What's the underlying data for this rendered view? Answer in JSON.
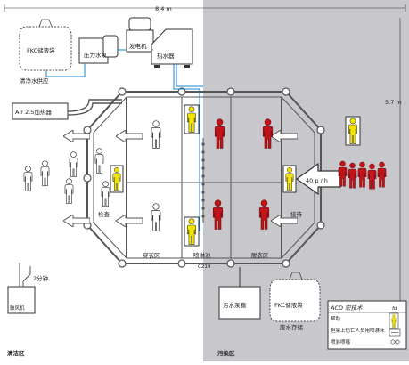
{
  "dimensions": {
    "width_label": "8,4 m",
    "height_label": "5,7 m"
  },
  "labels": {
    "fkc_tank": "FKC储液袋",
    "pressure_pump": "压力水泵",
    "generator": "发电机",
    "water_heater": "热水器",
    "clean_water": "清净水供应",
    "air_heater": "Air 2.5加热器",
    "check": "检查",
    "undress": "脱衣区",
    "shower": "喷淋池",
    "dress": "穿衣区",
    "receive": "接待",
    "flow_rate": "40 p / h",
    "two_minutes": "2分钟",
    "fan": "鼓风机",
    "wastewater_tank": "污水泵箱",
    "fkc_tank_2": "FKC储液袋",
    "waste_storage": "废水存储",
    "zone_clean": "清洁区",
    "zone_dirty": "污染区",
    "c219": "C219"
  },
  "legend": {
    "title": "ACD 宏技术",
    "logo": "fd",
    "items": [
      "帮助",
      "担架上伤亡人员用喷淋床",
      "喷淋喷嘴"
    ]
  },
  "colors": {
    "dirty_zone": "#c8c8cc",
    "contaminated_person": "#c0141b",
    "helper_yellow": "#f0e400",
    "water_line": "#1a84c7",
    "tent": "#555555"
  }
}
